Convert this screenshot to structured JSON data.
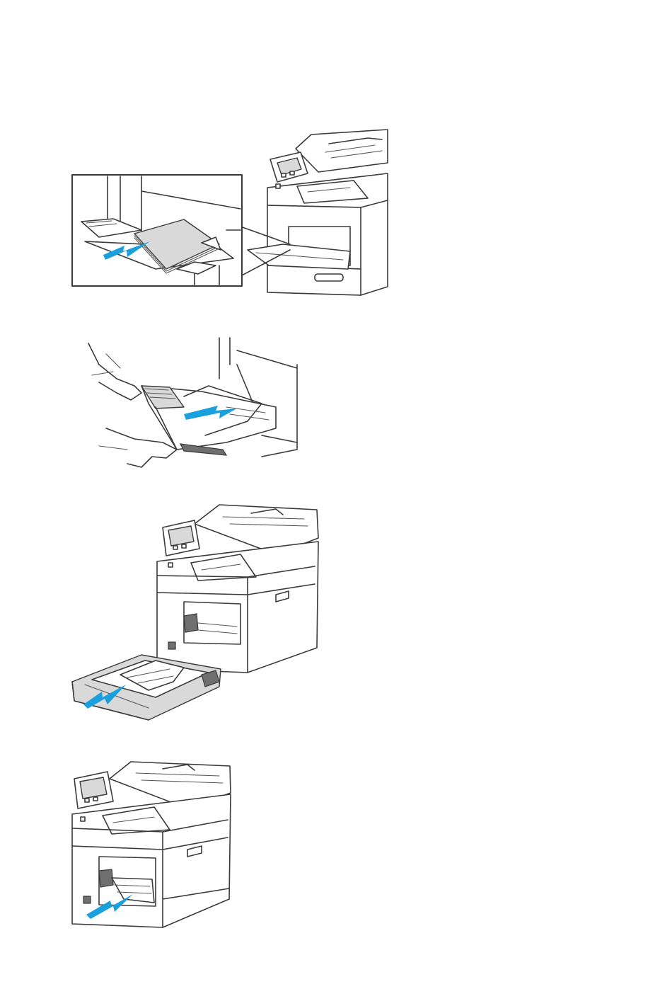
{
  "page": {
    "background": "#ffffff"
  },
  "colors": {
    "arrow": "#1aa0dc",
    "line": "#3a3a3a",
    "paper": "#d9d9d9"
  },
  "figures": [
    {
      "id": "bypass-tray-remove-paper",
      "icons": [
        "printer-icon",
        "bypass-tray-icon",
        "paper-stack-icon",
        "pull-arrow-icon"
      ]
    },
    {
      "id": "remove-duplex-tray-hands",
      "icons": [
        "hand-icon",
        "tray-icon",
        "pull-arrow-icon"
      ]
    },
    {
      "id": "pull-out-tray-jam",
      "icons": [
        "printer-icon",
        "tray-icon",
        "jammed-paper-icon",
        "pull-arrow-icon"
      ]
    },
    {
      "id": "remove-jammed-paper-cavity",
      "icons": [
        "printer-icon",
        "jammed-paper-icon",
        "pull-arrow-icon"
      ]
    }
  ]
}
